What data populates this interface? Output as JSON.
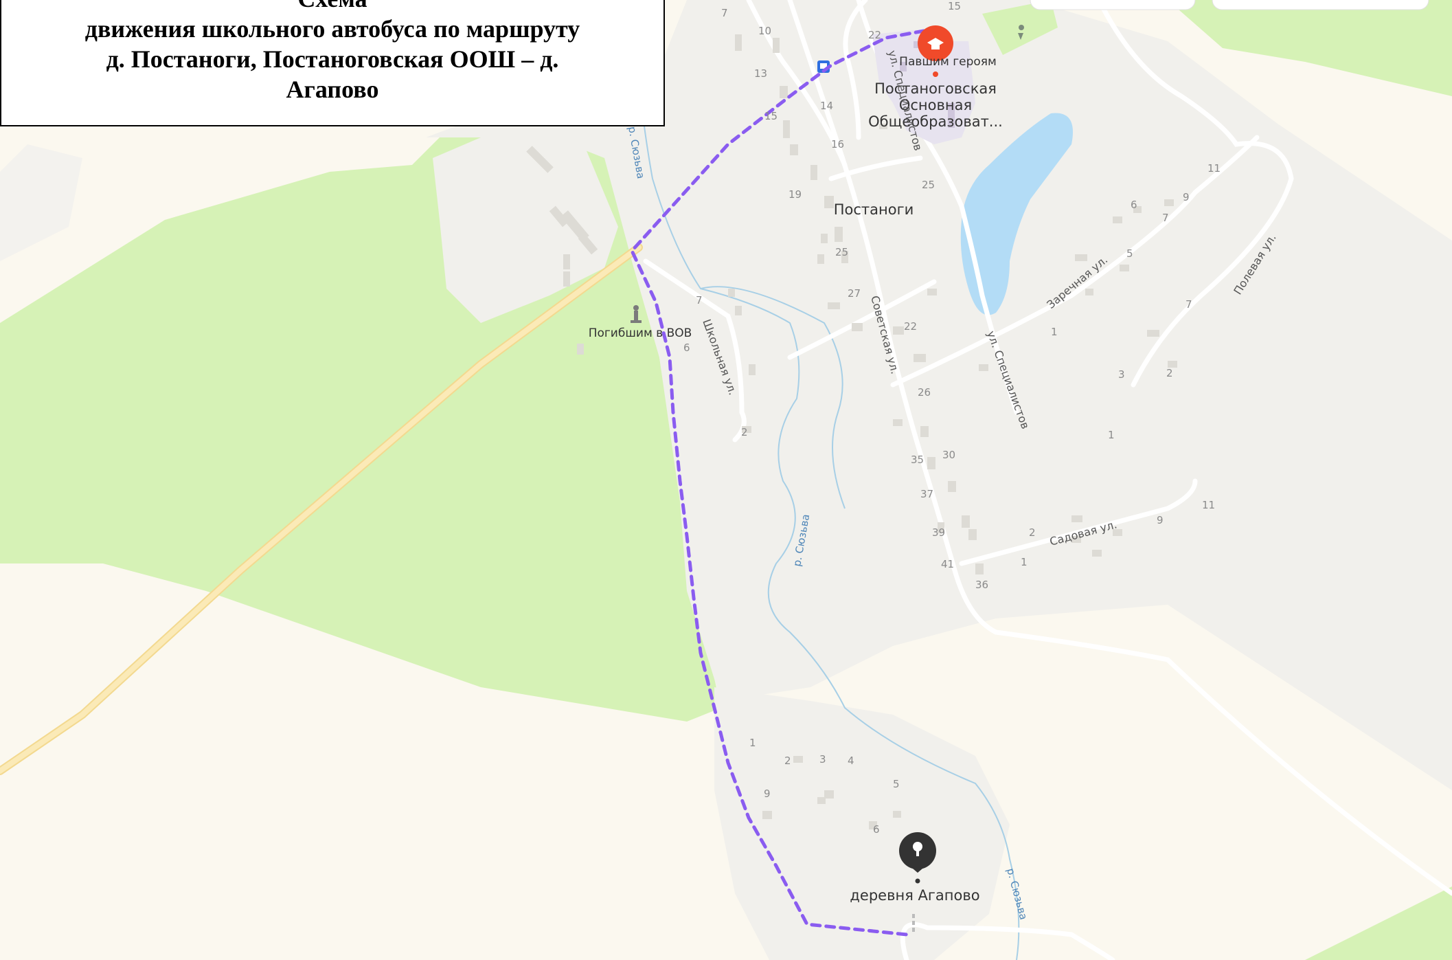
{
  "title": {
    "line1": "Схема",
    "line2": "движения школьного автобуса по маршруту",
    "line3": "д. Постаноги, Постаноговская ООШ – д.",
    "line4": "Агапово"
  },
  "places": {
    "village": "Постаноги",
    "school_line1": "Постаноговская",
    "school_line2": "Основная",
    "school_line3": "Общеобразоват...",
    "monument_heroes": "Павшим героям",
    "monument_war": "Погибшим в ВОВ",
    "destination": "деревня Агапово"
  },
  "streets": {
    "sovetskaya": "Советская ул.",
    "specialistov": "ул. Специалистов",
    "specialistov_top": "ул. Специалистов",
    "zarechnaya": "Заречная ул.",
    "polevaya": "Полевая ул.",
    "shkolnaya": "Школьная ул.",
    "sadovaya": "Садовая ул."
  },
  "rivers": {
    "r1": "р. Сюзьва",
    "r2": "р. Сюзьва",
    "r3": "р. Сюзьва"
  },
  "house_numbers": {
    "h7a": "7",
    "h10": "10",
    "h13": "13",
    "h15a": "15",
    "h22a": "22",
    "h14": "14",
    "h16": "16",
    "h19": "19",
    "h25a": "25",
    "h25b": "25",
    "h27": "27",
    "h22b": "22",
    "h26": "26",
    "h35": "35",
    "h30": "30",
    "h37": "37",
    "h39": "39",
    "h41": "41",
    "h36": "36",
    "h15b": "15",
    "h7b": "7",
    "h6a": "6",
    "h2a": "2",
    "h11a": "11",
    "h9a": "9",
    "h6b": "6",
    "h7c": "7",
    "h5a": "5",
    "h1a": "1",
    "h7d": "7",
    "h3a": "3",
    "h2b": "2",
    "h1b": "1",
    "h11b": "11",
    "h9b": "9",
    "h2c": "2",
    "h1c": "1",
    "a1": "1",
    "a2": "2",
    "a3": "3",
    "a4": "4",
    "a5": "5",
    "a9": "9",
    "a6": "6"
  },
  "colors": {
    "background": "#fbf8ef",
    "forest": "#d6f2b6",
    "settlement": "#f1f0ec",
    "water": "#b3dcf6",
    "highway": "#f8e2a0",
    "route": "#8a5cf0",
    "school_pin": "#f04a2a",
    "dest_pin": "#333333"
  },
  "icons": {
    "school_pin": "graduation-cap-icon",
    "destination_pin": "map-pin-icon",
    "bus_stop": "bus-stop-icon",
    "monument": "monument-icon",
    "sports": "sports-icon"
  }
}
